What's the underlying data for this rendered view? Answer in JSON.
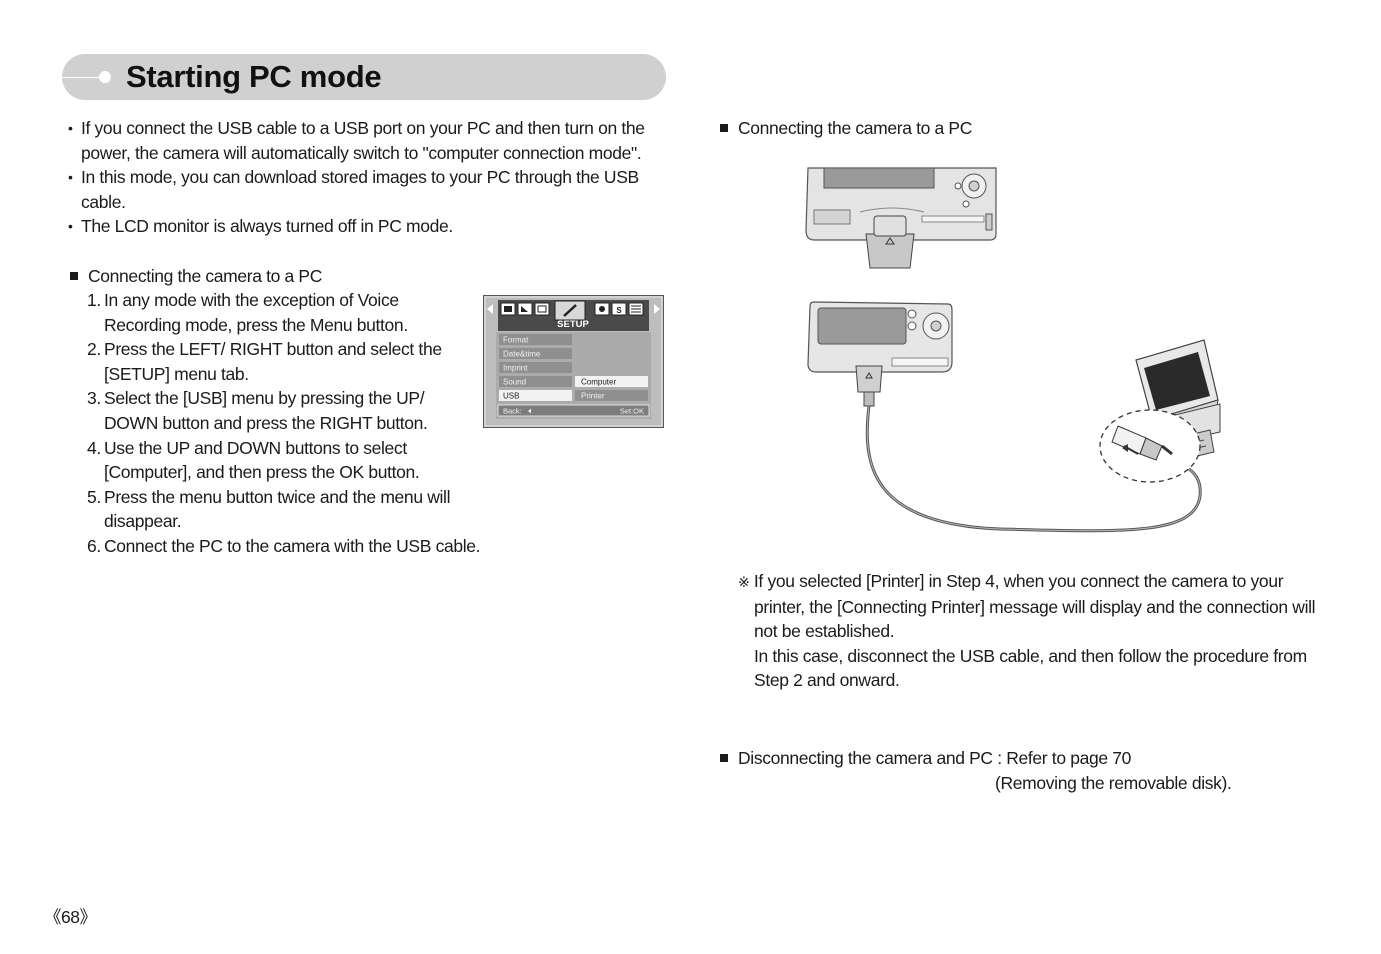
{
  "title": "Starting PC mode",
  "intro_bullets": [
    {
      "lines": [
        "If you connect the USB cable to a USB port on your PC and then turn on the",
        "power, the camera will automatically switch to \"computer connection mode\"."
      ]
    },
    {
      "lines": [
        "In this mode, you can download stored images to your PC through the USB",
        "cable."
      ]
    },
    {
      "lines": [
        "The LCD monitor is always turned off in PC mode."
      ]
    }
  ],
  "left_heading": "Connecting the camera to a PC",
  "steps": [
    {
      "num": "1.",
      "lines": [
        "In any mode with the exception of Voice",
        "Recording mode, press the Menu button."
      ]
    },
    {
      "num": "2.",
      "lines": [
        "Press the LEFT/ RIGHT button and select the",
        "[SETUP] menu tab."
      ]
    },
    {
      "num": "3.",
      "lines": [
        "Select the [USB] menu by pressing the UP/",
        "DOWN button and press the RIGHT button."
      ]
    },
    {
      "num": "4.",
      "lines": [
        "Use the UP and DOWN buttons to select",
        "[Computer], and then press the OK button."
      ]
    },
    {
      "num": "5.",
      "lines": [
        "Press the menu button twice and the menu will",
        "disappear."
      ]
    },
    {
      "num": "6.",
      "lines": [
        "Connect the PC to the camera with the USB cable."
      ]
    }
  ],
  "menu": {
    "tab_title": "SETUP",
    "items": [
      "Format",
      "Date&time",
      "Imprint",
      "Sound",
      "USB"
    ],
    "options": [
      "Computer",
      "Printer"
    ],
    "back_label": "Back:",
    "set_label": "Set:OK"
  },
  "right_heading": "Connecting the camera to a PC",
  "note": {
    "mark": "※",
    "lines": [
      "If you selected [Printer] in Step 4, when you connect the camera to your",
      "printer, the [Connecting Printer] message will display and the connection will",
      "not be established.",
      "In this case, disconnect the USB cable, and then follow the procedure from",
      "Step 2 and onward."
    ]
  },
  "disconnect": {
    "label": "Disconnecting the camera and PC : Refer to page 70",
    "sub": "(Removing the removable disk)."
  },
  "page_number": "《68》"
}
